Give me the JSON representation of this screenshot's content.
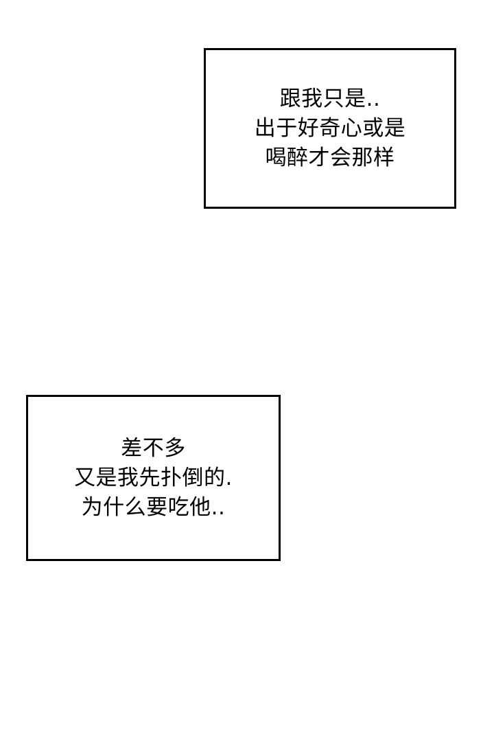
{
  "captions": [
    {
      "lines": [
        "跟我只是..",
        "出于好奇心或是",
        "喝醉才会那样"
      ]
    },
    {
      "lines": [
        "差不多",
        "又是我先扑倒的.",
        "为什么要吃他.."
      ]
    }
  ],
  "colors": {
    "background": "#ffffff",
    "border": "#000000",
    "text": "#000000"
  }
}
